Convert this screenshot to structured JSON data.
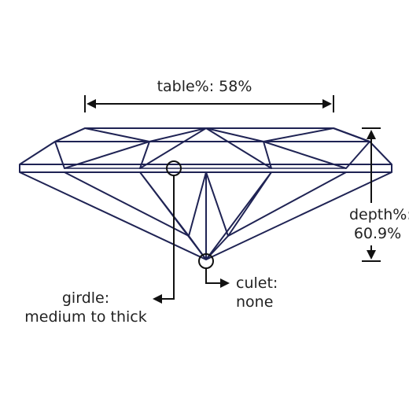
{
  "labels": {
    "table": "table%: 58%",
    "depth_name": "depth%:",
    "depth_value": "60.9%",
    "girdle_name": "girdle:",
    "girdle_value": "medium to thick",
    "culet_name": "culet:",
    "culet_value": "none"
  },
  "colors": {
    "outline": "#1f2354",
    "annotation": "#111111",
    "background": "#ffffff"
  }
}
